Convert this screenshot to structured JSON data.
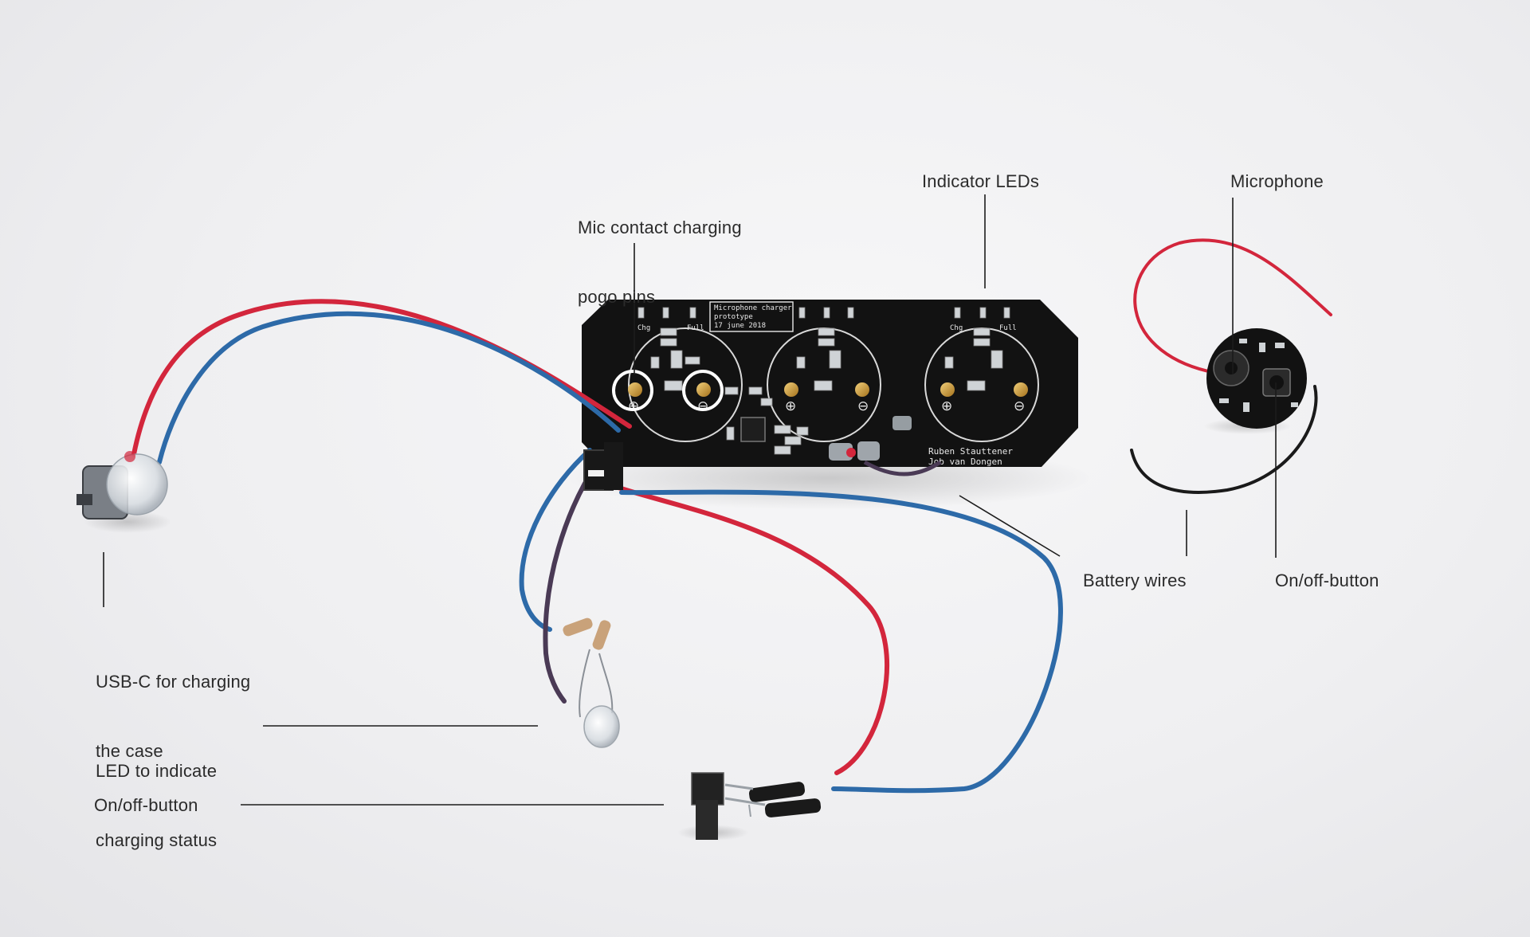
{
  "labels": {
    "mic_pogo": {
      "line1": "Mic contact charging",
      "line2": "pogo pins"
    },
    "indicator_leds": "Indicator LEDs",
    "microphone": "Microphone",
    "battery_wires": "Battery wires",
    "onoff_right": "On/off-button",
    "usbc": {
      "line1": "USB-C for charging",
      "line2": "the case"
    },
    "led_status": {
      "line1": "LED to indicate",
      "line2": "charging status"
    },
    "onoff_left": "On/off-button"
  },
  "board": {
    "silkscreen_title": {
      "line1": "Microphone charger",
      "line2": "prototype",
      "line3": "17 june 2018"
    },
    "silkscreen_authors": {
      "line1": "Ruben Stauttener",
      "line2": "Job van Dongen"
    },
    "led_labels": {
      "chg": "Chg",
      "full": "Full"
    },
    "pin_plus": "⊕",
    "pin_minus": "⊖"
  },
  "colors": {
    "pcb": "#121212",
    "wire_red": "#d3263c",
    "wire_blue": "#2d6aa8",
    "wire_black": "#1a1a1a",
    "gold": "#c8952e",
    "leader_line": "#1c1c1c",
    "silkscreen": "#e8e8e8"
  }
}
